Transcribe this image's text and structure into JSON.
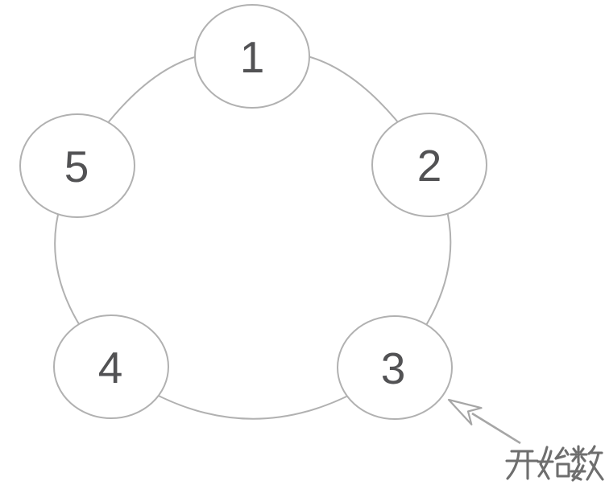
{
  "figure": {
    "nodes": [
      {
        "label": "1"
      },
      {
        "label": "2"
      },
      {
        "label": "3"
      },
      {
        "label": "4"
      },
      {
        "label": "5"
      }
    ],
    "annotation": {
      "label": "开始数",
      "points_to": "3"
    },
    "colors": {
      "background": "#ffffff",
      "ring_stroke": "#b1b1b1",
      "node_stroke": "#b1b1b1",
      "node_fill": "#ffffff",
      "number": "#525254",
      "arrow": "#a6a6a6",
      "annotation_text": "#6e6e6e"
    }
  }
}
